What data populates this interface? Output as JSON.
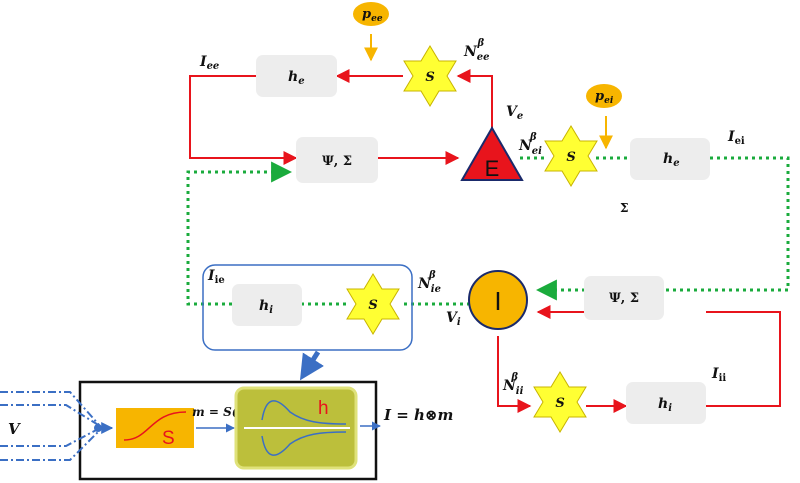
{
  "nodes": {
    "he_top": "h",
    "he_top_sub": "e",
    "psi_top": "Ψ, Σ",
    "E": "E",
    "he_right": "h",
    "he_right_sub": "e",
    "I": "I",
    "psi_bottom": "Ψ, Σ",
    "hi_left": "h",
    "hi_left_sub": "i",
    "hi_bottom": "h",
    "hi_bottom_sub": "i",
    "s_label": "S"
  },
  "labels": {
    "p_ee": "p",
    "p_ee_sub": "ee",
    "p_ei": "p",
    "p_ei_sub": "ei",
    "I_ee": "I",
    "I_ee_sub": "ee",
    "V_e": "V",
    "V_e_sub": "e",
    "N_ee": "N",
    "N_ee_sub": "ee",
    "N_ee_sup": "β",
    "N_ei": "N",
    "N_ei_sub": "ei",
    "N_ei_sup": "β",
    "I_ei": "I",
    "I_ei_sub": "ei",
    "sigma": "Σ",
    "I_ie": "I",
    "I_ie_sub": "ie",
    "N_ie": "N",
    "N_ie_sub": "ie",
    "N_ie_sup": "β",
    "V_i": "V",
    "V_i_sub": "i",
    "N_ii": "N",
    "N_ii_sub": "ii",
    "N_ii_sup": "β",
    "I_ii": "I",
    "I_ii_sub": "ii"
  },
  "inset": {
    "V": "V",
    "S": "S",
    "m_eq": "m = S(V)",
    "h": "h",
    "I_eq": "I = h⊗m"
  },
  "colors": {
    "red": "#e8141c",
    "green": "#1aab3c",
    "yellow_star": "#ffff33",
    "orange_node": "#f7b500",
    "blue": "#3b6fc4",
    "box_gray": "#ededed",
    "olive": "#bcbf3b"
  }
}
